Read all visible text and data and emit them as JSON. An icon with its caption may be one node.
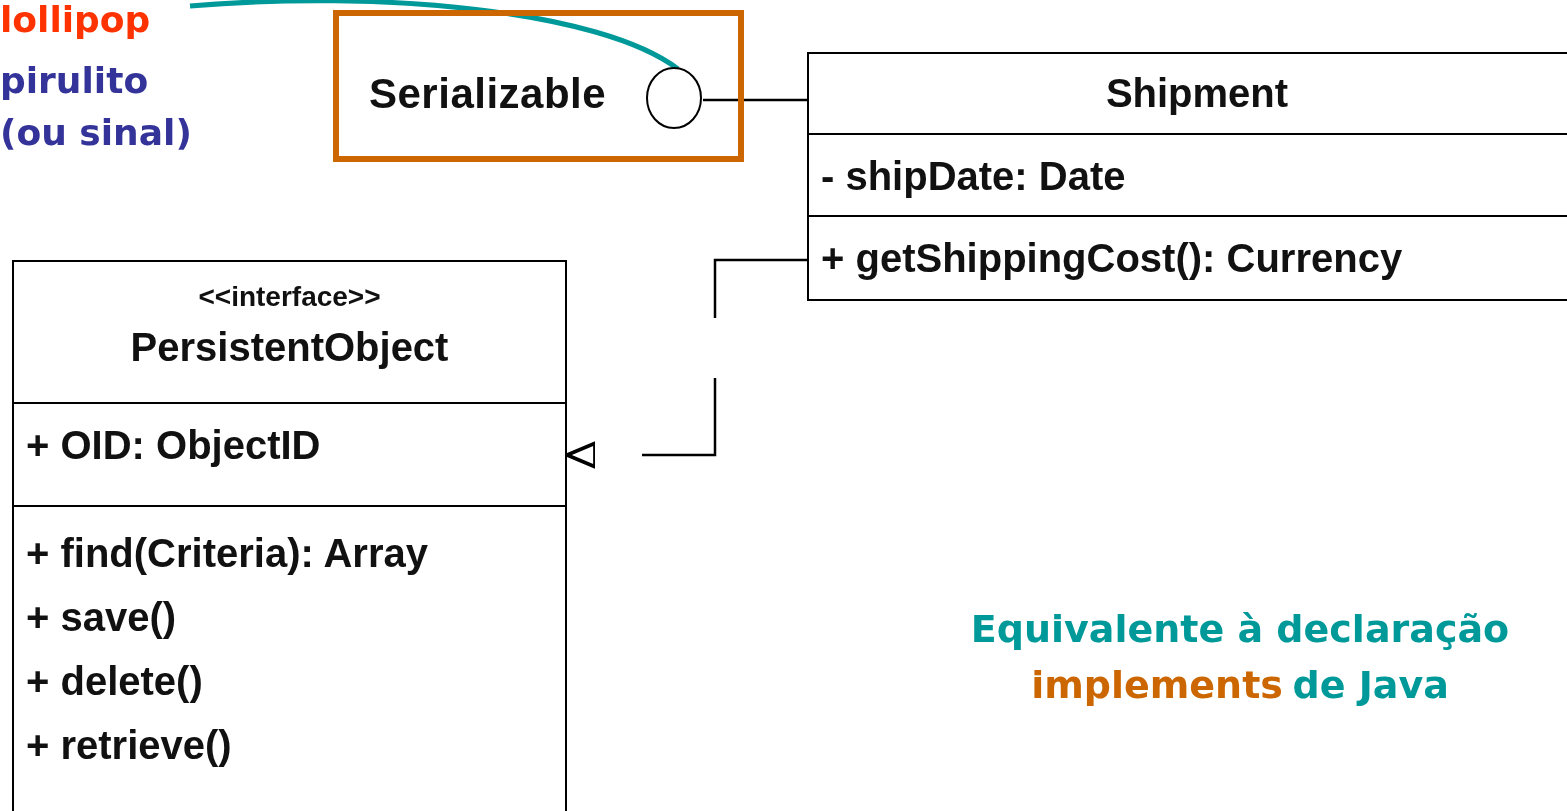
{
  "diagram": {
    "nodes": [
      {
        "text": [
          "lollipop"
        ]
      },
      {
        "text": [
          "Serializable"
        ]
      },
      {
        "text": [],
        "shape": "circle",
        "in": 1
      },
      {
        "text": [
          "Shipment",
          "- shipDate: Date",
          "+ getShippingCost(): Currency"
        ]
      },
      {
        "text": [
          "<<interface>>",
          "PersistentObject",
          "+ OID: ObjectID",
          "+ find(Criteria): Array",
          "+ save()",
          "+ delete()",
          "+ retrieve()"
        ]
      }
    ],
    "edges": [
      {
        "from": 0,
        "to": 2,
        "arrow": "none",
        "style": "thick",
        "color": "#009999"
      },
      {
        "from": 2,
        "to": 3,
        "arrow": "none"
      },
      {
        "from": 3,
        "to": 4,
        "arrow": "to",
        "style": "dashed"
      }
    ],
    "labels": [
      "pirulito (ou sinal)",
      "Equivalente à declaração",
      "implements",
      "de Java"
    ]
  }
}
